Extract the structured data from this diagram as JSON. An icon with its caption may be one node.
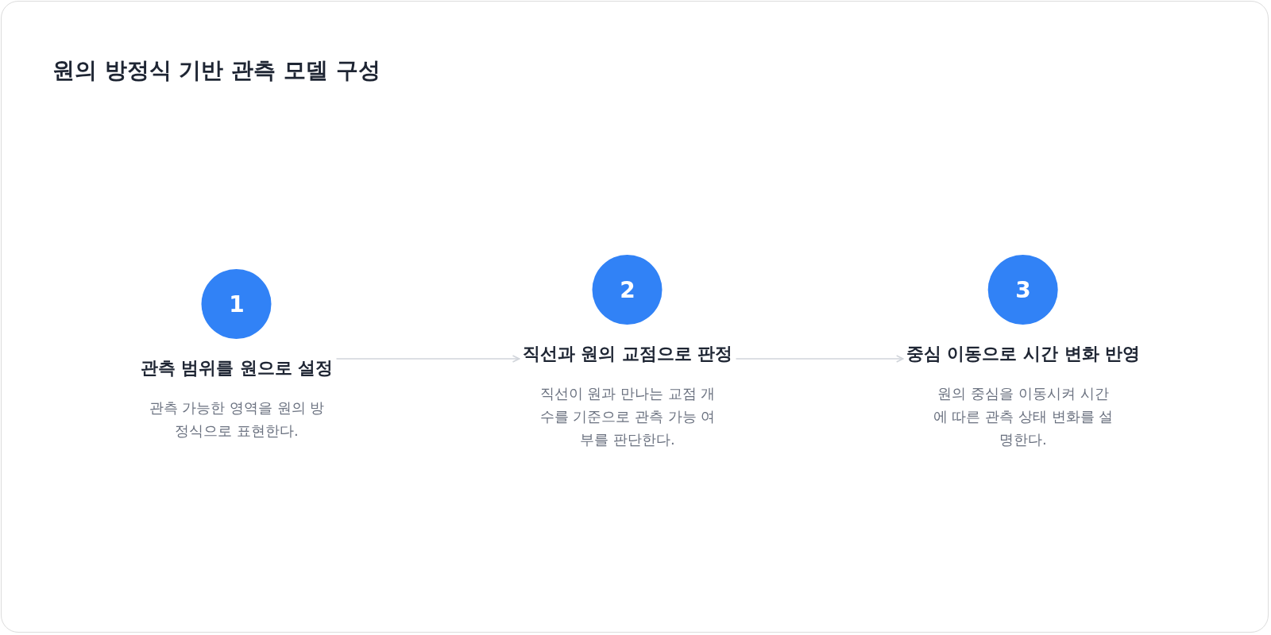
{
  "diagram": {
    "title": "원의 방정식 기반 관측 모델 구성",
    "nodes": [
      {
        "text": [
          "1",
          "관측 범위를 원으로 설정",
          "관측 가능한 영역을 원의 방정식으로 표현한다."
        ]
      },
      {
        "text": [
          "2",
          "직선과 원의 교점으로 판정",
          "직선이 원과 만나는 교점 개수를 기준으로 관측 가능 여부를 판단한다."
        ]
      },
      {
        "text": [
          "3",
          "중심 이동으로 시간 변화 반영",
          "원의 중심을 이동시켜 시간에 따른 관측 상태 변화를 설명한다."
        ]
      }
    ],
    "edges": [
      {
        "from": 0,
        "to": 1,
        "arrow": "to"
      },
      {
        "from": 1,
        "to": 2,
        "arrow": "to"
      }
    ]
  }
}
